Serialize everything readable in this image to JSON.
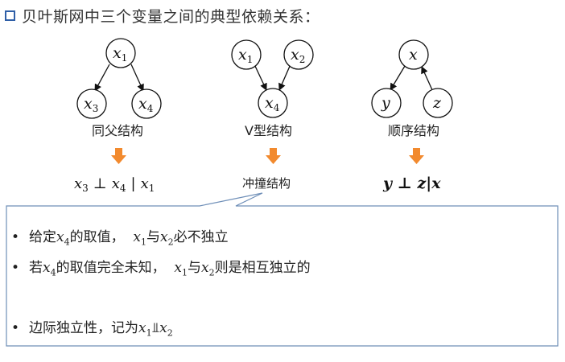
{
  "heading": "贝叶斯网中三个变量之间的典型依赖关系：",
  "structures": {
    "common_parent": {
      "label": "同父结构",
      "nodes": {
        "parent": "x",
        "parent_sub": "1",
        "left": "x",
        "left_sub": "3",
        "right": "x",
        "right_sub": "4"
      },
      "result": {
        "a": "x",
        "a_sub": "3",
        "rel": "⊥",
        "b": "x",
        "b_sub": "4",
        "cond": "|",
        "c": "x",
        "c_sub": "1"
      }
    },
    "v_structure": {
      "label": "V型结构",
      "nodes": {
        "left": "x",
        "left_sub": "1",
        "right": "x",
        "right_sub": "2",
        "child": "x",
        "child_sub": "4"
      },
      "result": "冲撞结构"
    },
    "chain": {
      "label": "顺序结构",
      "nodes": {
        "top": "x",
        "left": "y",
        "right": "z"
      },
      "result": "y ⊥ z|x"
    }
  },
  "callout": {
    "bullets": [
      {
        "marker": "•",
        "pre": "给定",
        "var": "x",
        "sub": "4",
        "mid": "的取值，  ",
        "v1": "x",
        "s1": "1",
        "conj": "与",
        "v2": "x",
        "s2": "2",
        "post": "必不独立"
      },
      {
        "marker": "•",
        "pre": "若",
        "var": "x",
        "sub": "4",
        "mid": "的取值完全未知，  ",
        "v1": "x",
        "s1": "1",
        "conj": "与",
        "v2": "x",
        "s2": "2",
        "post": "则是相互独立的"
      },
      {
        "marker": "•",
        "pre": "边际独立性，记为",
        "v1": "x",
        "s1": "1",
        "rel": "⫫",
        "v2": "x",
        "s2": "2"
      }
    ]
  },
  "colors": {
    "marker_border": "#2f5fa7",
    "arrow_down": "#f28a2e",
    "callout_border": "#6f8fb8"
  }
}
